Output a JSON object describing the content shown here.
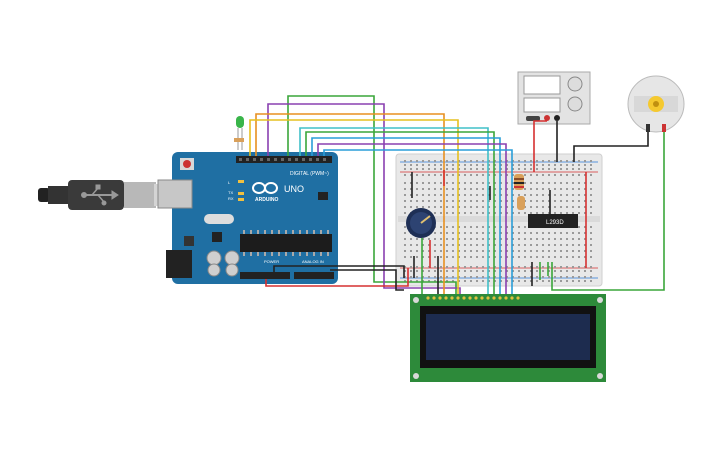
{
  "arduino": {
    "brand": "ARDUINO",
    "model": "UNO",
    "digital_label": "DIGITAL (PWM~)",
    "power_label": "POWER",
    "analog_label": "ANALOG IN",
    "tx_label": "TX",
    "rx_label": "RX",
    "l_label": "L"
  },
  "driver_ic": {
    "label": "L293D"
  },
  "components": {
    "usb_cable": "usb-cable-icon",
    "power_supply": "power-supply-icon",
    "dc_motor": "dc-motor-icon",
    "potentiometer": "potentiometer-icon",
    "led": "green-led-icon",
    "lcd": "lcd-16x2-icon"
  },
  "colors": {
    "board": "#1f6fa3",
    "breadboard": "#e8e8e8",
    "lcd_board": "#2d8a3a",
    "lcd_screen": "#1d2c4f",
    "wire_green": "#3aa63a",
    "wire_yellow": "#e6c020",
    "wire_orange": "#e89020",
    "wire_blue": "#2a9ed8",
    "wire_cyan": "#40c0c8",
    "wire_purple": "#8a40b0",
    "wire_red": "#d63030",
    "wire_black": "#222222"
  }
}
